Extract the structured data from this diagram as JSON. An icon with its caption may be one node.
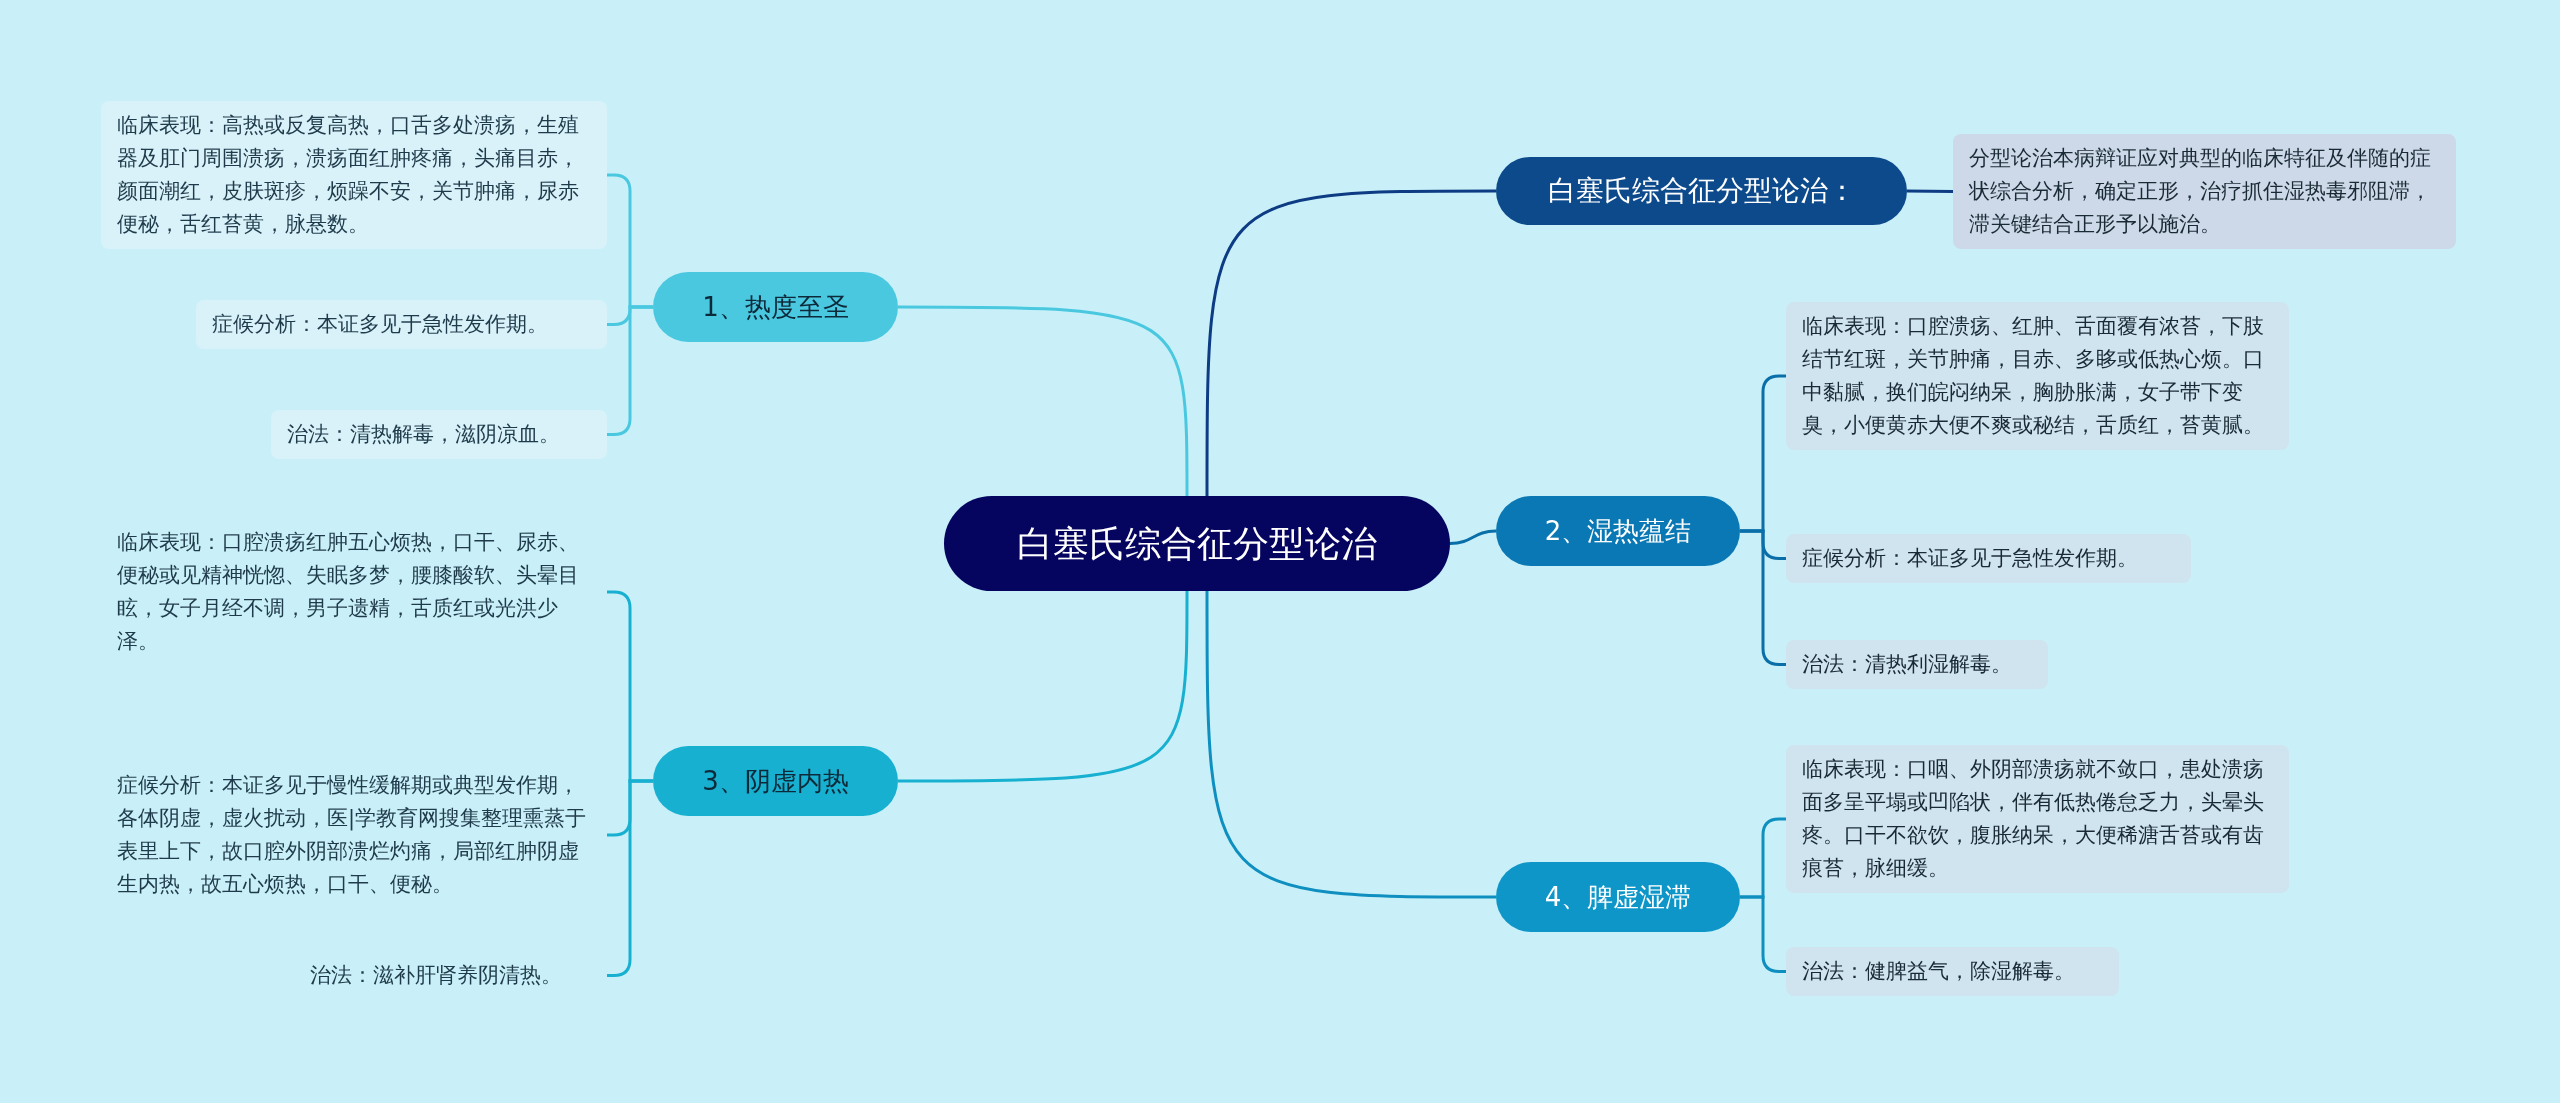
{
  "diagram": {
    "nodes": [
      {
        "text": [
          "白塞氏综合征分型论治"
        ]
      },
      {
        "text": [
          "白塞氏综合征分型论治："
        ]
      },
      {
        "text": [
          "分型论治本病辩证应对典型的临床特征及伴随的症状综合分析，确定正形，治疗抓住湿热毒邪阻滞，滞关键结合正形予以施治。"
        ]
      },
      {
        "text": [
          "1、热度至圣"
        ]
      },
      {
        "text": [
          "临床表现：高热或反复高热，口舌多处溃疡，生殖器及肛门周围溃疡，溃疡面红肿疼痛，头痛目赤，颜面潮红，皮肤斑疹，烦躁不安，关节肿痛，尿赤便秘，舌红苔黄，脉悬数。"
        ]
      },
      {
        "text": [
          "症候分析：本证多见于急性发作期。"
        ]
      },
      {
        "text": [
          "治法：清热解毒，滋阴凉血。"
        ]
      },
      {
        "text": [
          "2、湿热蕴结"
        ]
      },
      {
        "text": [
          "临床表现：口腔溃疡、红肿、舌面覆有浓苔，下肢结节红斑，关节肿痛，目赤、多眵或低热心烦。口中黏腻，换们皖闷纳呆，胸胁胀满，女子带下变臭，小便黄赤大便不爽或秘结，舌质红，苔黄腻。"
        ]
      },
      {
        "text": [
          "症候分析：本证多见于急性发作期。"
        ]
      },
      {
        "text": [
          "治法：清热利湿解毒。"
        ]
      },
      {
        "text": [
          "3、阴虚内热"
        ]
      },
      {
        "text": [
          "临床表现：口腔溃疡红肿五心烦热，口干、尿赤、便秘或见精神恍惚、失眠多梦，腰膝酸软、头晕目眩，女子月经不调，男子遗精，舌质红或光洪少泽。"
        ]
      },
      {
        "text": [
          "症候分析：本证多见于慢性缓解期或典型发作期，各体阴虚，虚火扰动，医|学教育网搜集整理熏蒸于表里上下，故口腔外阴部溃烂灼痛，局部红肿阴虚生内热，故五心烦热，口干、便秘。"
        ]
      },
      {
        "text": [
          "治法：滋补肝肾养阴清热。"
        ]
      },
      {
        "text": [
          "4、脾虚湿滞"
        ]
      },
      {
        "text": [
          "临床表现：口咽、外阴部溃疡就不敛口，患处溃疡面多呈平塌或凹陷状，伴有低热倦怠乏力，头晕头疼。口干不欲饮，腹胀纳呆，大便稀溏舌苔或有齿痕苔，脉细缓。"
        ]
      },
      {
        "text": [
          "治法：健脾益气，除湿解毒。"
        ]
      }
    ],
    "edges": [
      {
        "from": 0,
        "to": 1,
        "arrow": "none",
        "color": "#0d3c84"
      },
      {
        "from": 1,
        "to": 2,
        "arrow": "none",
        "color": "#0d3c84"
      },
      {
        "from": 0,
        "to": 3,
        "arrow": "none",
        "color": "#4ac8e0"
      },
      {
        "from": 3,
        "to": 4,
        "arrow": "none",
        "color": "#4ac8e0"
      },
      {
        "from": 3,
        "to": 5,
        "arrow": "none",
        "color": "#4ac8e0"
      },
      {
        "from": 3,
        "to": 6,
        "arrow": "none",
        "color": "#4ac8e0"
      },
      {
        "from": 0,
        "to": 7,
        "arrow": "none",
        "color": "#0a6ea8"
      },
      {
        "from": 7,
        "to": 8,
        "arrow": "none",
        "color": "#0a6ea8"
      },
      {
        "from": 7,
        "to": 9,
        "arrow": "none",
        "color": "#0a6ea8"
      },
      {
        "from": 7,
        "to": 10,
        "arrow": "none",
        "color": "#0a6ea8"
      },
      {
        "from": 0,
        "to": 11,
        "arrow": "none",
        "color": "#18b0d0"
      },
      {
        "from": 11,
        "to": 12,
        "arrow": "none",
        "color": "#18b0d0"
      },
      {
        "from": 11,
        "to": 13,
        "arrow": "none",
        "color": "#18b0d0"
      },
      {
        "from": 11,
        "to": 14,
        "arrow": "none",
        "color": "#18b0d0"
      },
      {
        "from": 0,
        "to": 15,
        "arrow": "none",
        "color": "#0e8fc0"
      },
      {
        "from": 15,
        "to": 16,
        "arrow": "none",
        "color": "#0e8fc0"
      },
      {
        "from": 15,
        "to": 17,
        "arrow": "none",
        "color": "#0e8fc0"
      }
    ]
  }
}
